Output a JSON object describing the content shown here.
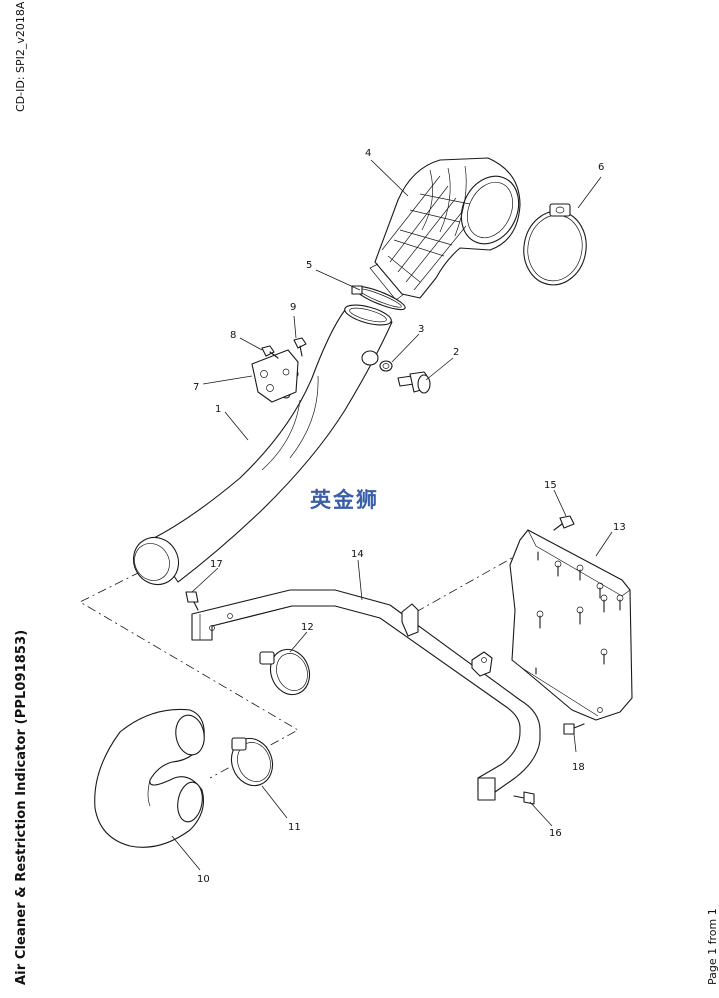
{
  "header": {
    "cd_id": "CD-ID: SPI2_v2018A"
  },
  "title": "Air Cleaner & Restriction Indicator (PPL091853)",
  "footer": {
    "page": "Page 1 from 1"
  },
  "watermark": "英金狮",
  "callouts": [
    "1",
    "2",
    "3",
    "4",
    "5",
    "6",
    "7",
    "8",
    "9",
    "10",
    "11",
    "12",
    "13",
    "14",
    "15",
    "16",
    "17",
    "18"
  ]
}
